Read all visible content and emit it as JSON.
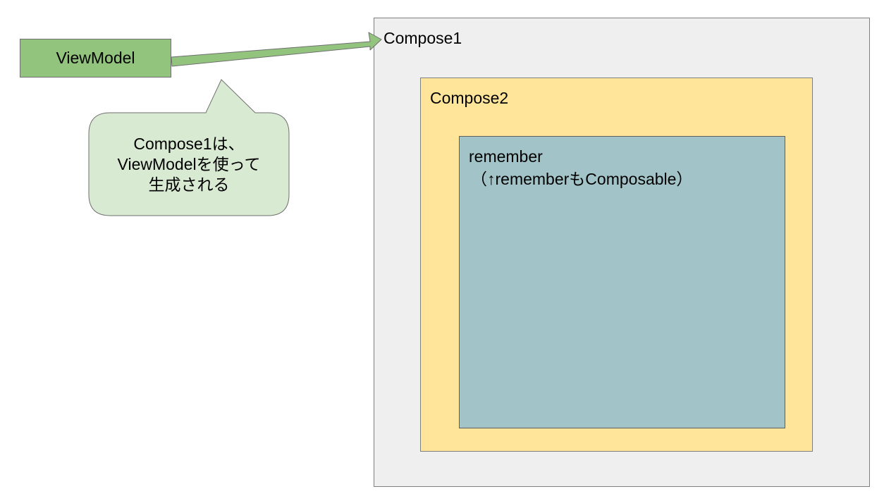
{
  "diagram": {
    "viewmodel": {
      "label": "ViewModel"
    },
    "compose1": {
      "label": "Compose1"
    },
    "compose2": {
      "label": "Compose2"
    },
    "remember": {
      "label": "remember",
      "note": "（↑rememberもComposable）"
    },
    "callout": {
      "lines": [
        "Compose1は、",
        "ViewModelを使って",
        "生成される"
      ]
    }
  },
  "colors": {
    "background": "#ffffff",
    "compose1_fill": "#efefef",
    "compose2_fill": "#ffe599",
    "remember_fill": "#a2c4c9",
    "viewmodel_fill": "#93c47d",
    "callout_fill": "#d9ead3",
    "arrow_fill": "#93c47d",
    "outline": "#6f6f6f"
  }
}
